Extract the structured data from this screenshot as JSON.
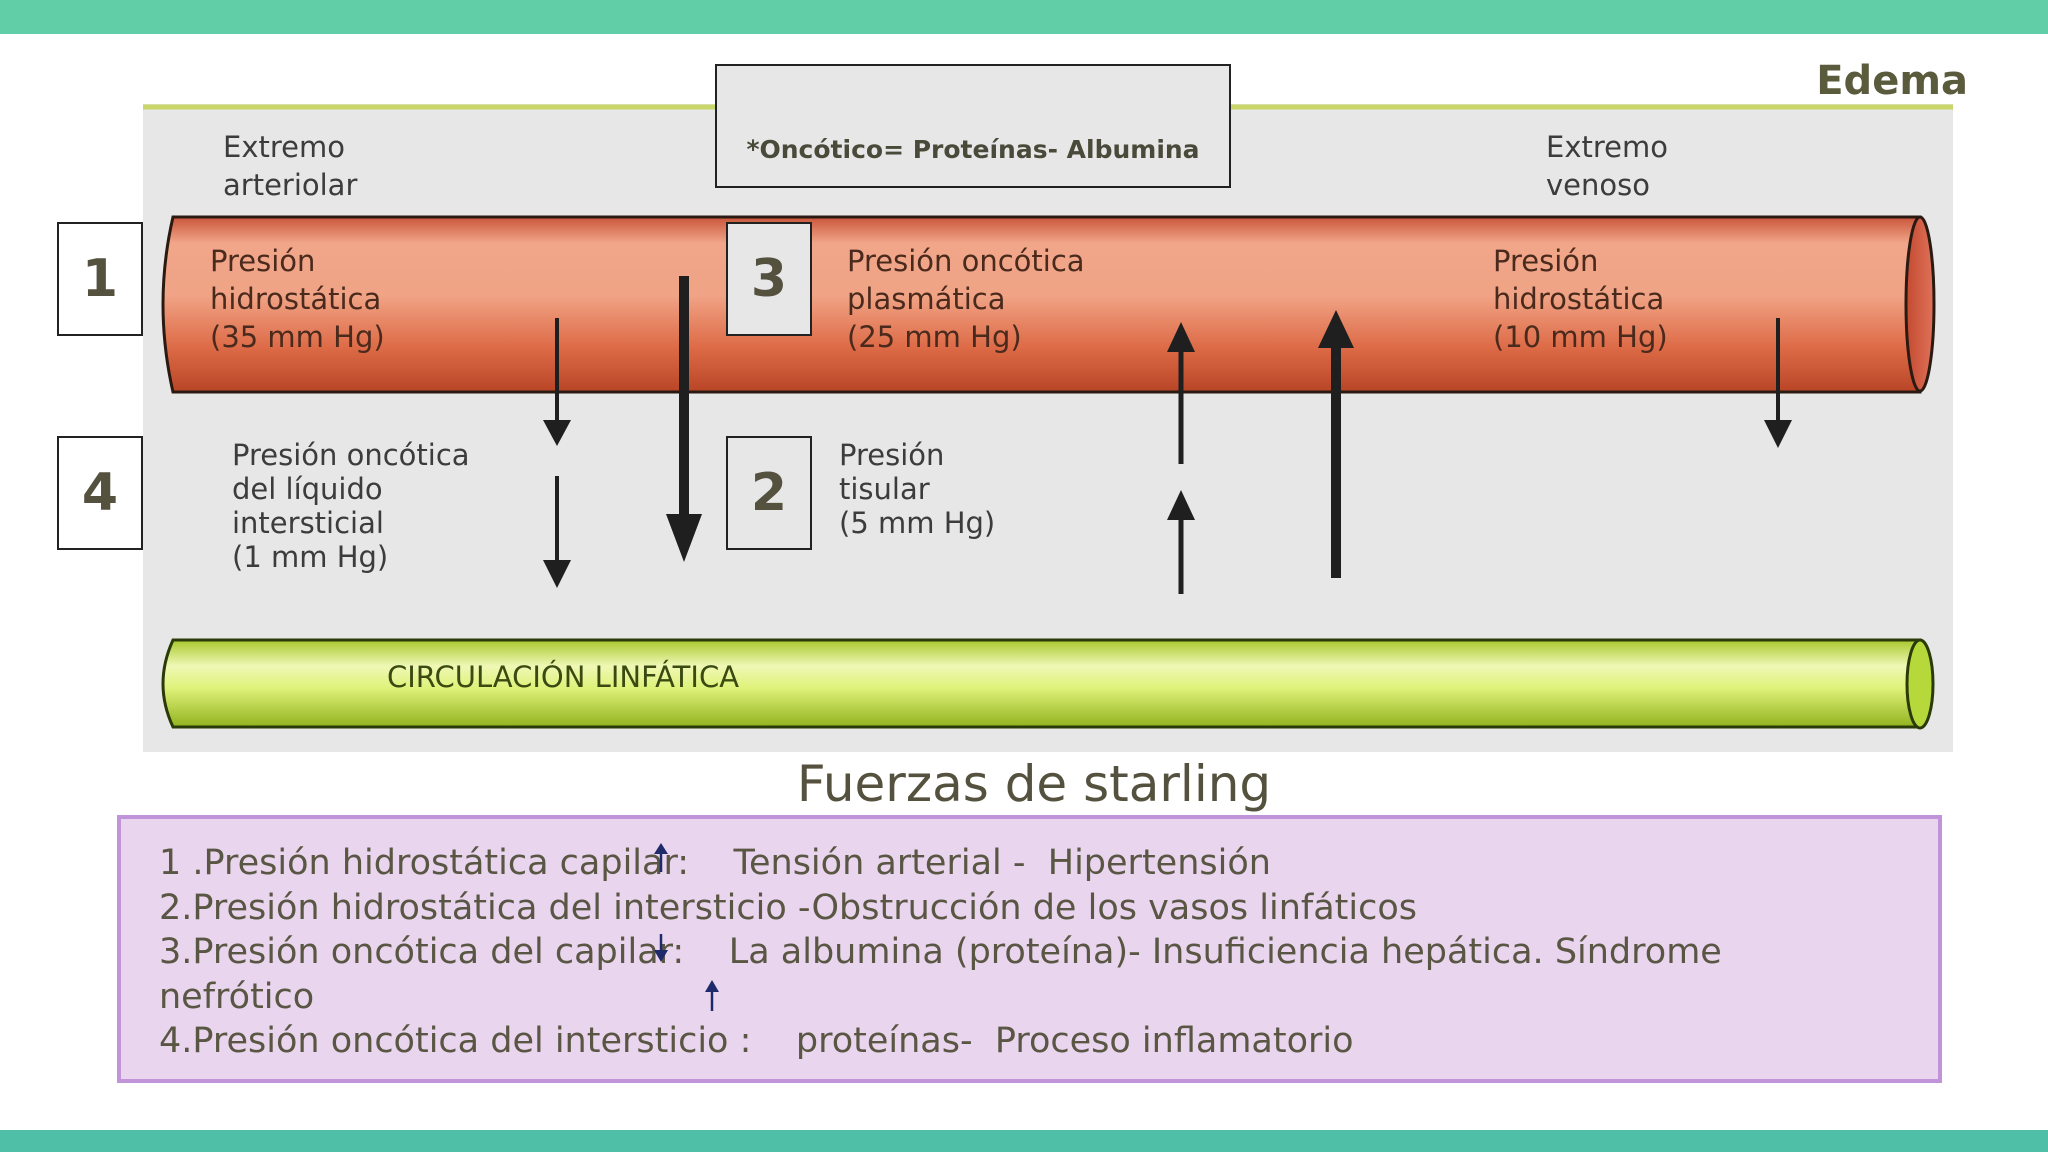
{
  "slide": {
    "title": "Edema",
    "note": "*Oncótico= Proteínas- Albumina",
    "subtitle": "Fuerzas de starling"
  },
  "diagram": {
    "arterial_end": "Extremo\narteriolar",
    "venous_end": "Extremo\nvenoso",
    "capillary_hydrostatic_arterial": "Presión\nhidrostática\n(35 mm Hg)",
    "plasma_oncotic": "Presión oncótica\nplasmática\n(25 mm Hg)",
    "capillary_hydrostatic_venous": "Presión\nhidrostática\n(10 mm Hg)",
    "interstitial_oncotic": "Presión oncótica\ndel líquido\nintersticial\n(1 mm Hg)",
    "tissue_pressure": "Presión\ntisular\n(5 mm Hg)",
    "lymphatic": "CIRCULACIÓN LINFÁTICA",
    "markers": {
      "m1": "1",
      "m2": "2",
      "m3": "3",
      "m4": "4"
    },
    "colors": {
      "capillary": "#d9633f",
      "lymphatic": "#c4e43a",
      "arrow": "#1f1f1f"
    }
  },
  "factors": {
    "line1": "1 .Presión hidrostática capilar:    Tensión arterial -  Hipertensión",
    "line2": "2.Presión hidrostática del intersticio -Obstrucción de los vasos linfáticos",
    "line3": "3.Presión oncótica del capilar:    La albumina (proteína)- Insuficiencia hepática. Síndrome",
    "line3b": "nefrótico",
    "line4": "4.Presión oncótica del intersticio :    proteínas-  Proceso inflamatorio",
    "arrow_color": "#1f2a6b"
  }
}
